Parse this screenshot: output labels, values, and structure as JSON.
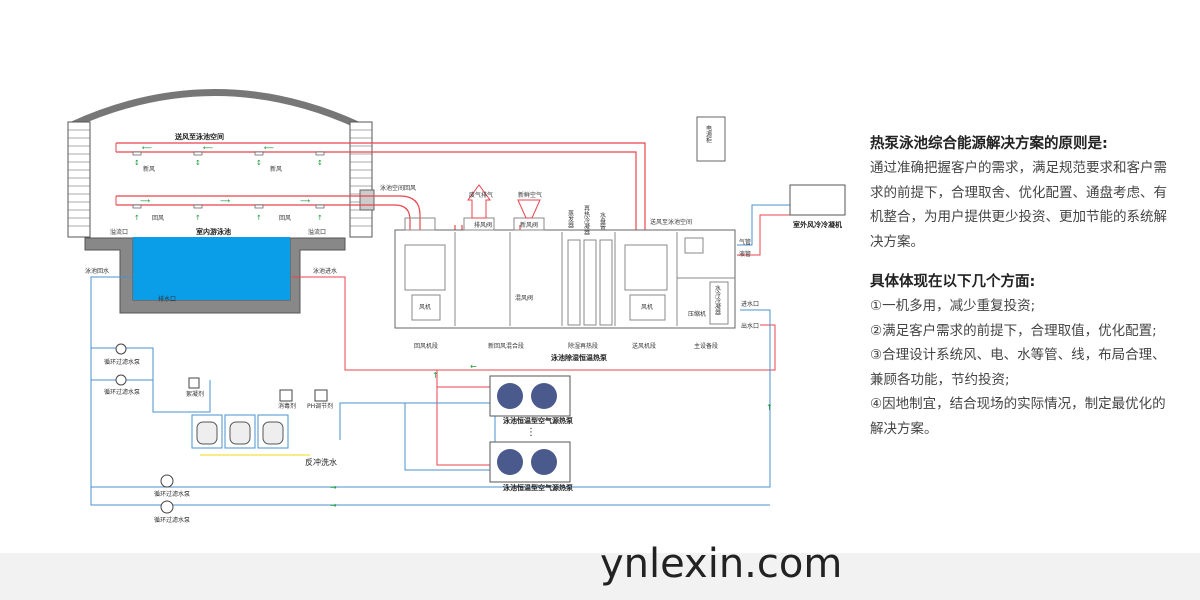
{
  "diagram": {
    "supply_duct": "送风至泳池空间",
    "fresh_air": "新风",
    "return_air": "回风",
    "pool_return_air": "泳池空间回风",
    "pool": "室内游泳池",
    "overflow": "溢流口",
    "drain": "排水口",
    "pool_return_water": "泳池回水",
    "pool_inlet_water": "泳池进水",
    "exhaust": "废气排气",
    "fresh": "新鲜空气",
    "exhaust_valve": "排风阀",
    "fresh_valve": "新风阀",
    "mix_valve": "混风阀",
    "evaporator": "蒸发器",
    "reheat": "再热冷凝器",
    "water_coil": "水盘管",
    "supply_to_pool": "送风至泳池空间",
    "fan": "风机",
    "compressor": "压缩机",
    "water_condenser": "水冷冷凝器",
    "gas_pipe": "气管",
    "liquid_pipe": "液管",
    "water_in": "进水口",
    "water_out": "出水口",
    "power_cabinet": "电源柜",
    "outdoor_unit": "室外风冷冷凝机",
    "sections": [
      "回风机段",
      "新回风混合段",
      "除湿再热段",
      "送风机段",
      "主设备段"
    ],
    "ahu_title": "泳池除湿恒温热泵",
    "pump": "循环过滤水泵",
    "flocculant": "絮凝剂",
    "disinfectant": "消毒剂",
    "ph": "PH调节剂",
    "backwash": "反冲洗水",
    "heat_pump": "泳池恒温型空气源热泵"
  },
  "panel": {
    "title1": "热泵泳池综合能源解决方案的原则是:",
    "para1": "通过准确把握客户的需求，满足规范要求和客户需求的前提下，合理取舍、优化配置、通盘考虑、有机整合，为用户提供更少投资、更加节能的系统解决方案。",
    "title2": "具体体现在以下几个方面:",
    "items": [
      "①一机多用，减少重复投资;",
      "②满足客户需求的前提下，合理取值，优化配置;",
      "③合理设计系统风、电、水等管、线，布局合理、兼顾各功能，节约投资;",
      "④因地制宜，结合现场的实际情况，制定最优化的解决方案。"
    ]
  },
  "colors": {
    "air_duct": "#e8454d",
    "water_supply": "#4a90d0",
    "arrow": "#1a9a3a",
    "pool_water": "#0a9ee8",
    "backwash": "#f0e040"
  },
  "footer": {
    "watermark": "ynlexin.com"
  }
}
